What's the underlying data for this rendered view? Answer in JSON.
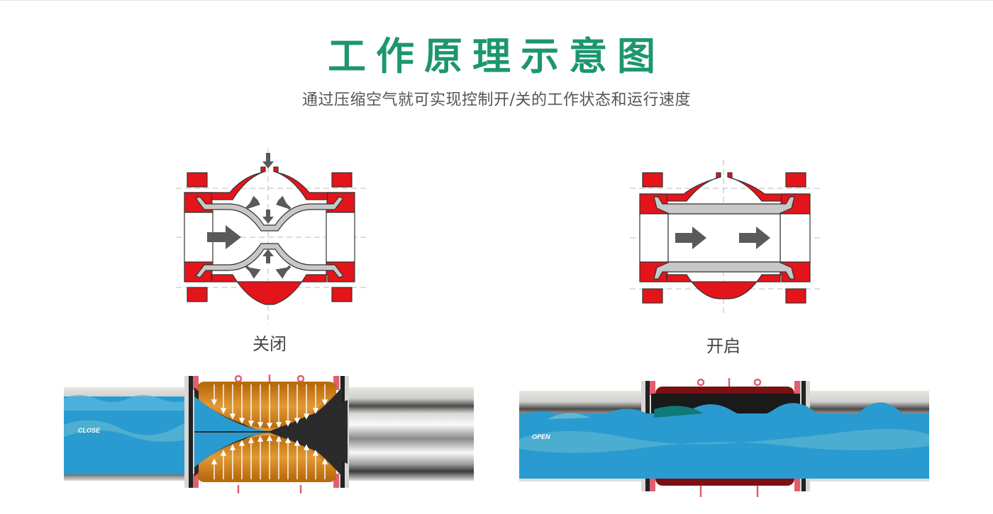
{
  "header": {
    "title": "工作原理示意图",
    "subtitle": "通过压缩空气就可实现控制开/关的工作状态和运行速度"
  },
  "diagrams": [
    {
      "id": "closed",
      "label": "关闭",
      "illustration_text": "CLOSE"
    },
    {
      "id": "open",
      "label": "开启",
      "illustration_text": "OPEN"
    }
  ],
  "colors": {
    "title_green": "#1d9670",
    "valve_red": "#e4141b",
    "liner_gray": "#c8c8c8",
    "arrow_gray": "#5a5a5a",
    "water_blue": "#2a9bd0",
    "chamber_orange": "#c97c1a",
    "rubber_black": "#2b2b2b",
    "body_darkred": "#7a1012"
  }
}
